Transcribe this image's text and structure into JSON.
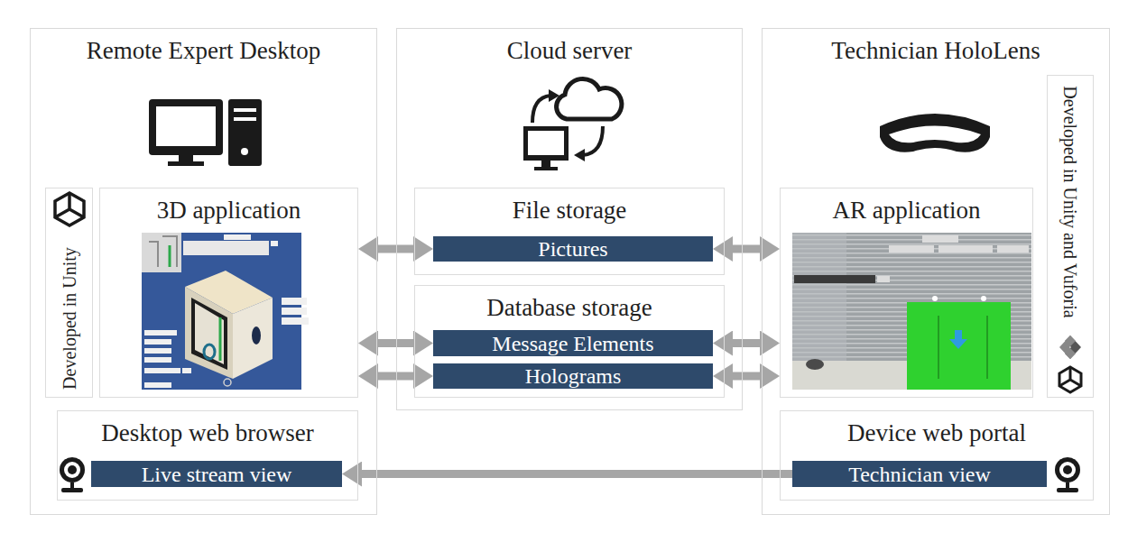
{
  "diagram": {
    "nodes": [
      {
        "text": [
          "Remote Expert Desktop"
        ]
      },
      {
        "text": [
          "Developed in Unity"
        ],
        "in": 0
      },
      {
        "text": [
          "3D application"
        ],
        "in": 0
      },
      {
        "text": [
          "Desktop web browser"
        ],
        "in": 0
      },
      {
        "text": [
          "Live stream view"
        ],
        "in": 3
      },
      {
        "text": [
          "Cloud server"
        ]
      },
      {
        "text": [
          "File storage"
        ],
        "in": 5
      },
      {
        "text": [
          "Pictures"
        ],
        "in": 6
      },
      {
        "text": [
          "Database storage"
        ],
        "in": 5
      },
      {
        "text": [
          "Message Elements"
        ],
        "in": 8
      },
      {
        "text": [
          "Holograms"
        ],
        "in": 8
      },
      {
        "text": [
          "Technician HoloLens"
        ]
      },
      {
        "text": [
          "AR application"
        ],
        "in": 11
      },
      {
        "text": [
          "Developed in Unity and Vuforia"
        ],
        "in": 11
      },
      {
        "text": [
          "Device web portal"
        ],
        "in": 11
      },
      {
        "text": [
          "Technician view"
        ],
        "in": 14
      }
    ],
    "edges": [
      {
        "from": 2,
        "to": 7,
        "arrow": "both"
      },
      {
        "from": 2,
        "to": 9,
        "arrow": "both"
      },
      {
        "from": 2,
        "to": 10,
        "arrow": "both"
      },
      {
        "from": 7,
        "to": 12,
        "arrow": "both"
      },
      {
        "from": 9,
        "to": 12,
        "arrow": "both"
      },
      {
        "from": 10,
        "to": 12,
        "arrow": "both"
      },
      {
        "from": 15,
        "to": 4,
        "arrow": "to"
      }
    ]
  }
}
